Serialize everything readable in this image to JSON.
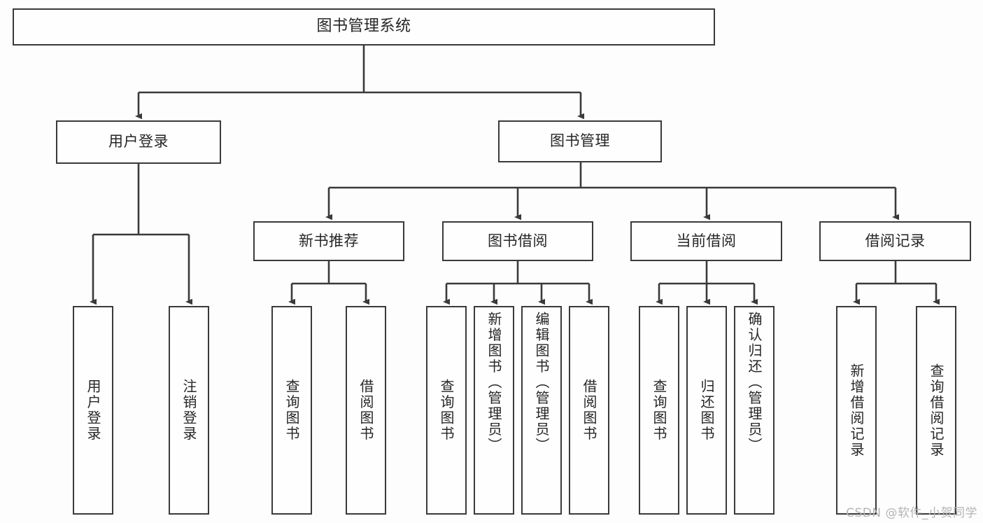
{
  "diagram": {
    "title": "图书管理系统",
    "type": "tree-hierarchy-diagram",
    "colors": {
      "background": "#fdfdfd",
      "node_fill": "#fefefe",
      "node_stroke": "#3a3a3a",
      "text": "#262626",
      "watermark": "#b4b4b4"
    },
    "watermark": "CSDN @软件_小贺同学"
  },
  "nodes": {
    "root": {
      "label": "图书管理系统"
    },
    "level2": [
      {
        "id": "user-login",
        "label": "用户登录"
      },
      {
        "id": "book-manage",
        "label": "图书管理"
      }
    ],
    "level3": [
      {
        "id": "new-book-recommend",
        "label": "新书推荐"
      },
      {
        "id": "book-borrow",
        "label": "图书借阅"
      },
      {
        "id": "current-borrow",
        "label": "当前借阅"
      },
      {
        "id": "borrow-record",
        "label": "借阅记录"
      }
    ],
    "leaves": {
      "user_login": [
        {
          "id": "leaf-user-login",
          "label": "用户登录"
        },
        {
          "id": "leaf-logout-login",
          "label": "注销登录"
        }
      ],
      "new_book_recommend": [
        {
          "id": "leaf-query-book-1",
          "label": "查询图书"
        },
        {
          "id": "leaf-borrow-book-1",
          "label": "借阅图书"
        }
      ],
      "book_borrow": [
        {
          "id": "leaf-query-book-2",
          "label": "查询图书"
        },
        {
          "id": "leaf-add-book",
          "label": "新增图书（管理员）"
        },
        {
          "id": "leaf-edit-book",
          "label": "编辑图书（管理员）"
        },
        {
          "id": "leaf-borrow-book-2",
          "label": "借阅图书"
        }
      ],
      "current_borrow": [
        {
          "id": "leaf-query-book-3",
          "label": "查询图书"
        },
        {
          "id": "leaf-return-book",
          "label": "归还图书"
        },
        {
          "id": "leaf-confirm-return",
          "label": "确认归还（管理员）"
        }
      ],
      "borrow_record": [
        {
          "id": "leaf-add-record",
          "label": "新增借阅记录"
        },
        {
          "id": "leaf-query-record",
          "label": "查询借阅记录"
        }
      ]
    }
  }
}
